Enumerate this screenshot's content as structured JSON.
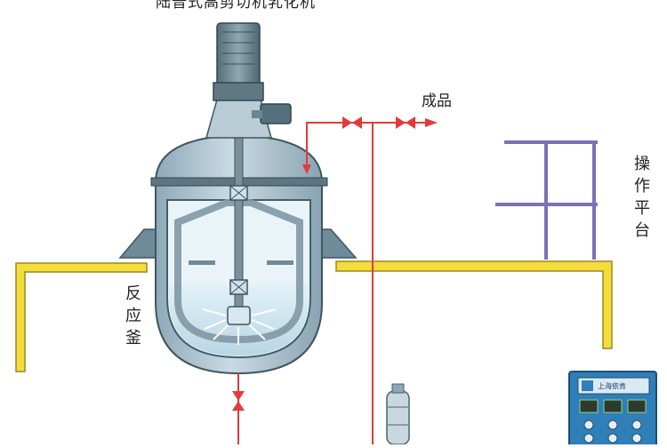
{
  "labels": {
    "title": "陆普式高剪切机乳化机",
    "product": "成品",
    "operation_platform": "操作平台",
    "reactor": "反应釜",
    "control_cabinet_brand": "上海依肯"
  },
  "colors": {
    "platform_beam": "#f3dc3c",
    "pipe_red": "#e23b3b",
    "vessel_jacket": "#a9c0ce",
    "vessel_liquid": "#d5ecf4",
    "motor": "#6d8591",
    "scaffold": "#7e6fb6",
    "control_cabinet": "#2f7fb8"
  }
}
